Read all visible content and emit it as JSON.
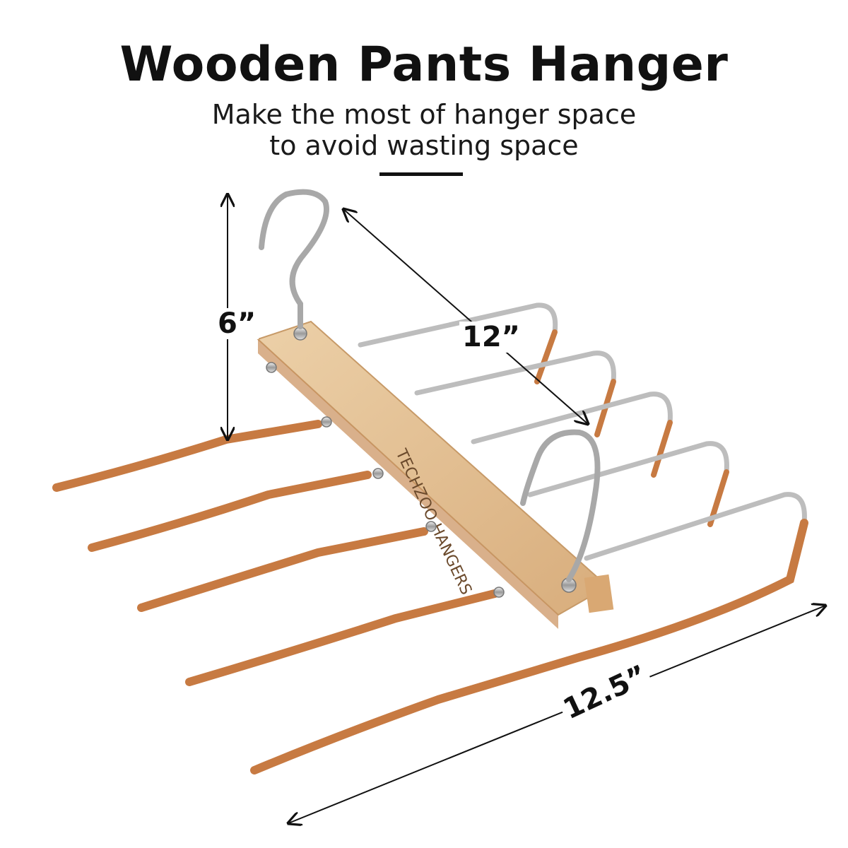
{
  "header": {
    "title": "Wooden Pants Hanger",
    "subtitle_line1": "Make the most of hanger space",
    "subtitle_line2": "to avoid wasting space"
  },
  "dimensions": {
    "height": "6”",
    "diagonal": "12”",
    "length": "12.5”"
  },
  "product": {
    "brand_mark": "TECHZOO HANGERS",
    "arm_count": 5
  },
  "colors": {
    "text": "#111111",
    "wood": "#e3c095",
    "copper": "#c77a42",
    "chrome": "#c8c8c8"
  }
}
